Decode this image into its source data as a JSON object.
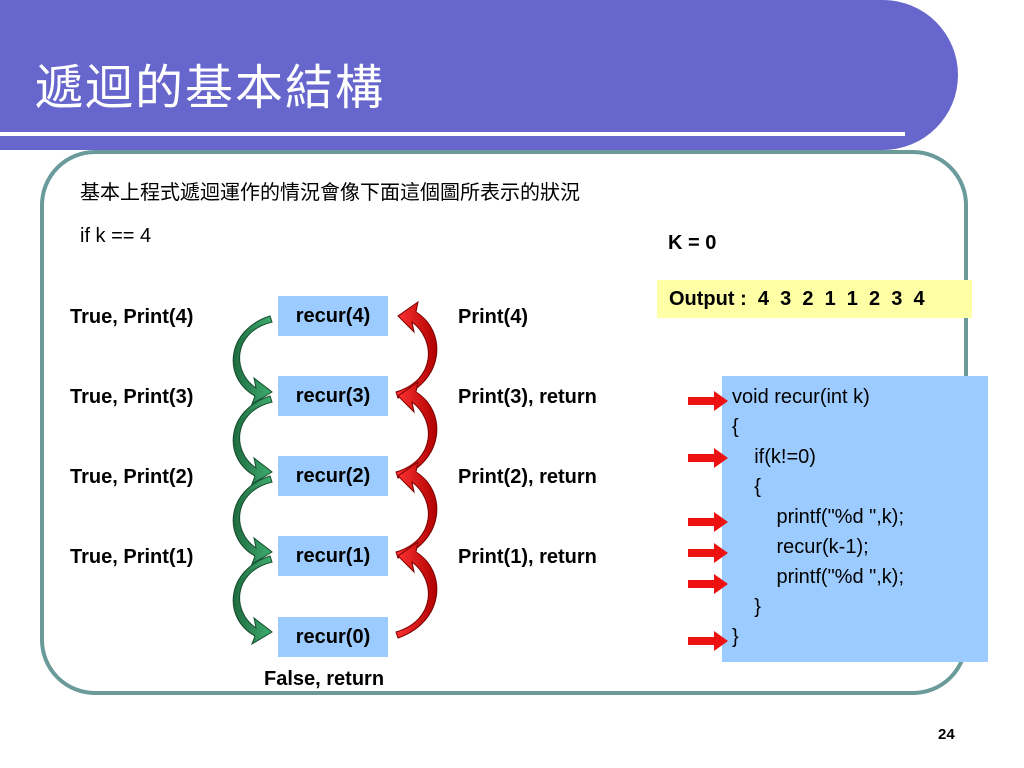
{
  "slide": {
    "title": "遞迴的基本結構",
    "subtitle": "基本上程式遞迴運作的情況會像下面這個圖所表示的狀況",
    "condition": "if  k == 4",
    "k_label": "K =  0",
    "output": "Output :  4  3  2  1  1  2  3  4",
    "page_number": "24"
  },
  "left_labels": [
    "True, Print(4)",
    "True, Print(3)",
    "True, Print(2)",
    "True, Print(1)"
  ],
  "recur_boxes": [
    "recur(4)",
    "recur(3)",
    "recur(2)",
    "recur(1)",
    "recur(0)"
  ],
  "right_labels": [
    "Print(4)",
    "Print(3), return",
    "Print(2), return",
    "Print(1), return"
  ],
  "base_label": "False, return",
  "code_lines": [
    "void recur(int k)",
    "{",
    "    if(k!=0)",
    "    {",
    "        printf(\"%d \",k);",
    "        recur(k-1);",
    "        printf(\"%d \",k);",
    "    }",
    "}"
  ],
  "colors": {
    "title_bar": "#6666cc",
    "frame": "#6a9a9a",
    "recur_box": "#9ccbff",
    "output_box": "#ffffa6",
    "code_box": "#9ccbff",
    "green_arrow": "#2e8b57",
    "red_arrow": "#dd1111"
  }
}
